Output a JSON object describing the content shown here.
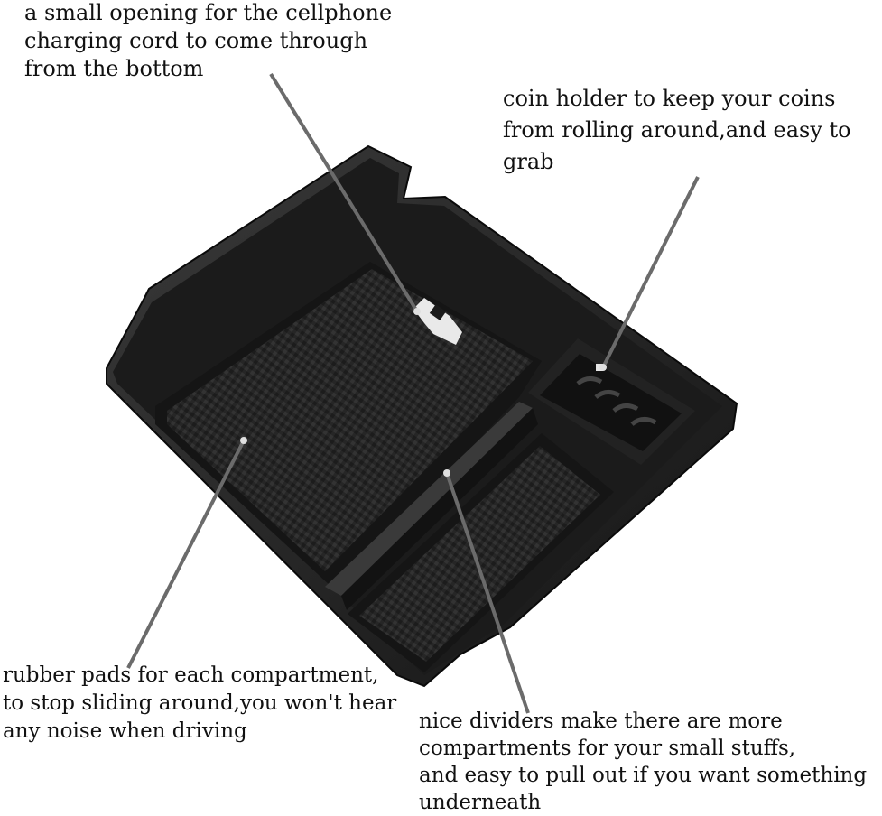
{
  "callouts": {
    "charging_opening": {
      "lines": [
        "a small opening for the cellphone",
        "charging cord to come through",
        "from the bottom"
      ]
    },
    "coin_holder": {
      "lines": [
        "coin holder to keep your coins",
        "from rolling around,and easy to",
        "grab"
      ]
    },
    "rubber_pads": {
      "lines": [
        "rubber pads for each compartment,",
        "to stop sliding around,you won't hear",
        "any noise when driving"
      ]
    },
    "dividers": {
      "lines": [
        "nice dividers make there are more",
        "compartments for your small stuffs,",
        "and easy to pull out if you want something",
        "underneath"
      ]
    }
  },
  "colors": {
    "tray_body": "#1a1a1a",
    "tray_rim": "#2c2c2c",
    "pad_texture": "#2a2a2a",
    "leader_line": "#6b6b6b",
    "text": "#111111",
    "background": "#ffffff"
  }
}
